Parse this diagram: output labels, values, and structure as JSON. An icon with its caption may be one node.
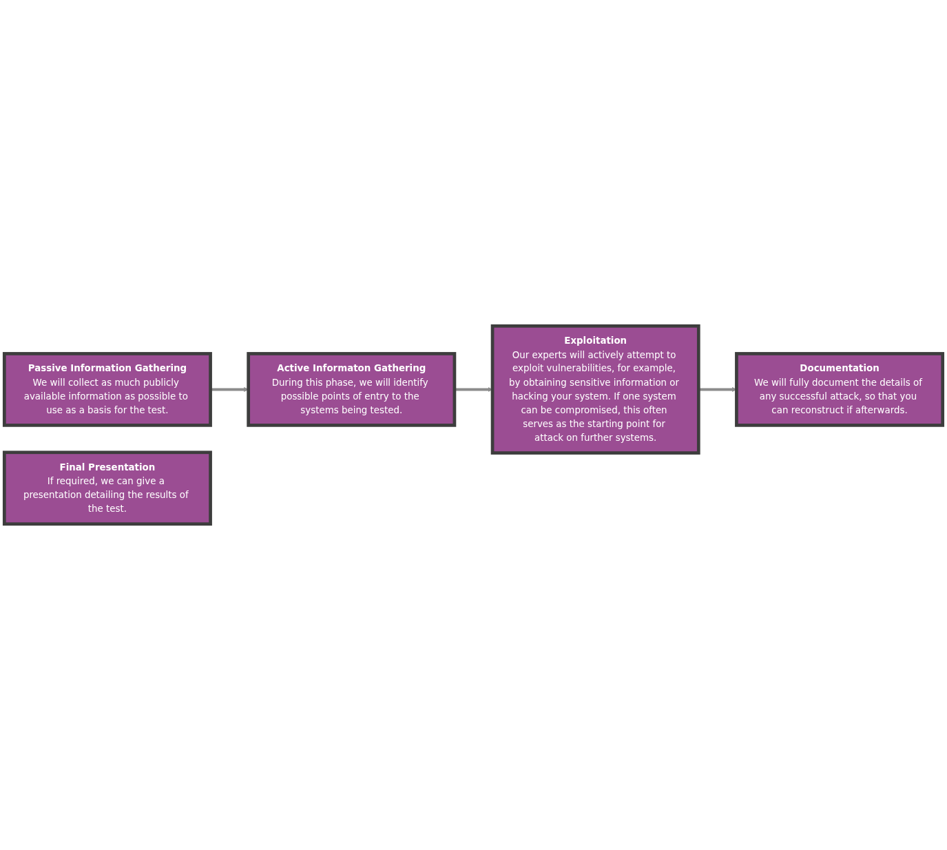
{
  "diagram": {
    "nodes": [
      {
        "text": [
          "Passive Information Gathering",
          "We will collect as much publicly available information as possible to use as a basis for the test."
        ]
      },
      {
        "text": [
          "Active Informaton Gathering",
          "During this phase, we will identify possible points of entry to the systems being tested."
        ]
      },
      {
        "text": [
          "Exploitation",
          "Our experts will actively attempt to exploit vulnerabilities, for example, by obtaining sensitive information or hacking your system. If one system can be compromised, this often serves as the starting point for attack on further systems."
        ]
      },
      {
        "text": [
          "Documentation",
          "We will fully document the details of any successful attack, so that you can reconstruct if afterwards."
        ]
      },
      {
        "text": [
          "Final Presentation",
          "If required, we can give a presentation detailing the results of the test."
        ]
      }
    ],
    "edges": [
      {
        "from": 0,
        "to": 1,
        "arrow": "to"
      },
      {
        "from": 1,
        "to": 2,
        "arrow": "to"
      },
      {
        "from": 2,
        "to": 3,
        "arrow": "to"
      }
    ]
  }
}
